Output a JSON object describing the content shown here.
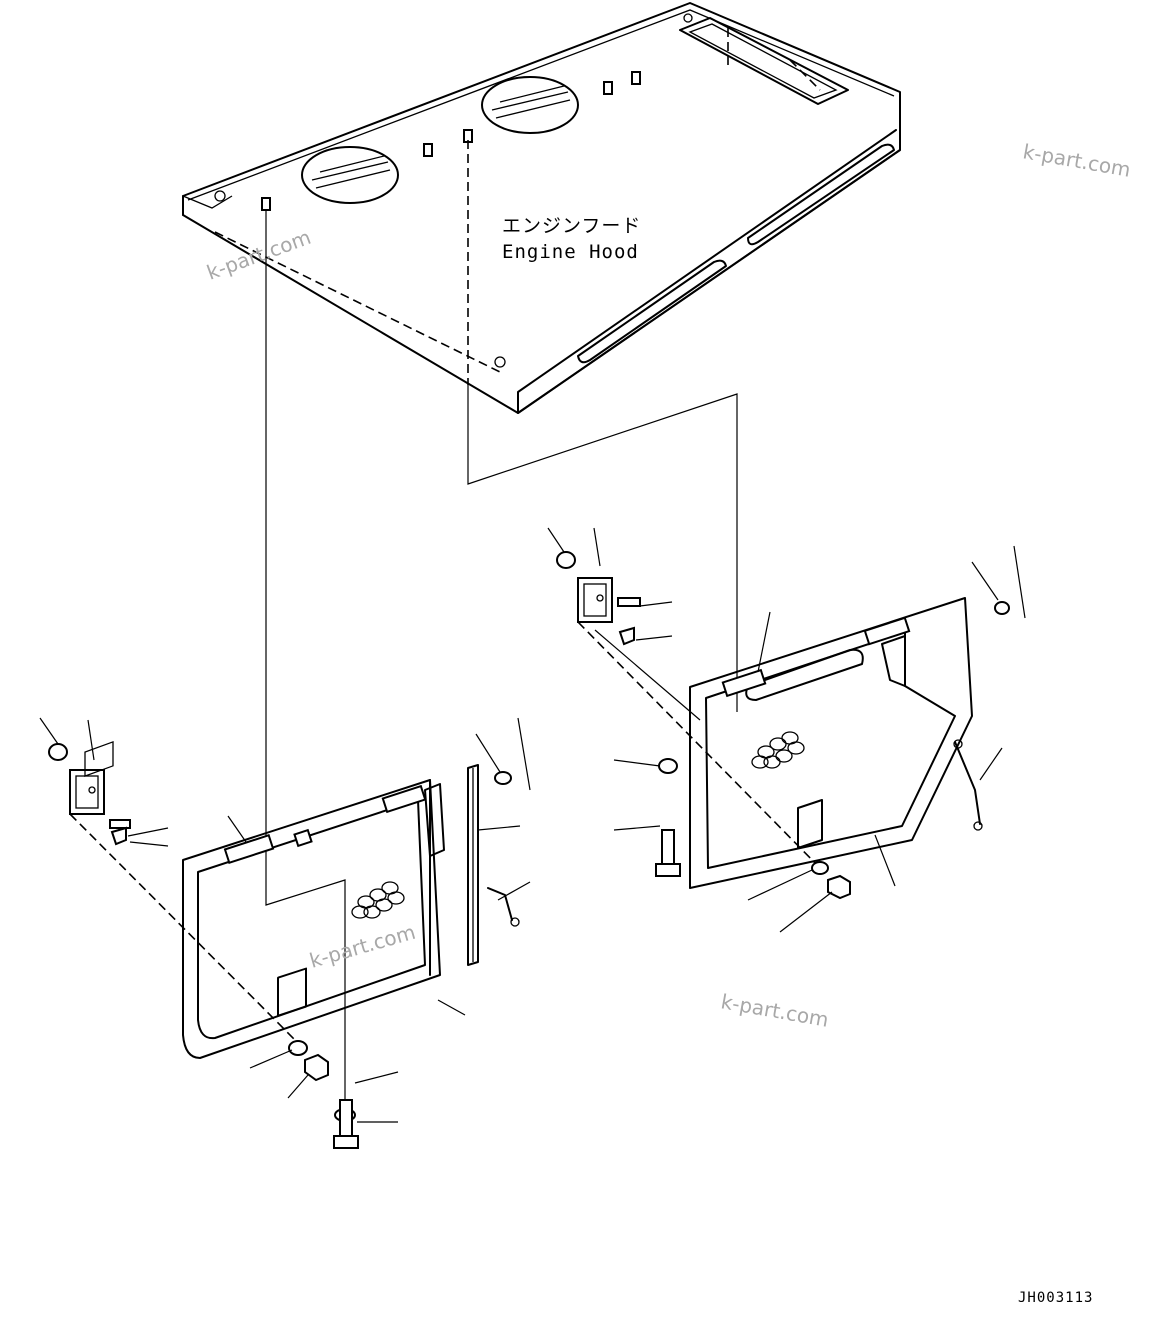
{
  "labels": {
    "title_jp": "エンジンフード",
    "title_en": "Engine Hood"
  },
  "drawing_code": "JH003113",
  "watermark": "k-part.com"
}
